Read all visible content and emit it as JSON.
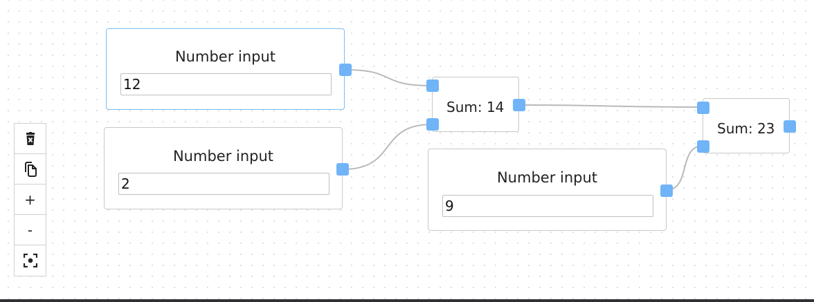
{
  "nodes": [
    {
      "type": "number-input",
      "title": "Number input",
      "value": "12",
      "selected": true
    },
    {
      "type": "number-input",
      "title": "Number input",
      "value": "2",
      "selected": false
    },
    {
      "type": "sum",
      "label": "Sum: 14"
    },
    {
      "type": "number-input",
      "title": "Number input",
      "value": "9",
      "selected": false
    },
    {
      "type": "sum",
      "label": "Sum: 23"
    }
  ],
  "toolbar": {
    "delete_icon": "trash-icon",
    "copy_icon": "copy-icon",
    "zoom_in_label": "+",
    "zoom_out_label": "-",
    "fit_icon": "focus-icon"
  },
  "colors": {
    "port": "#70b4f7",
    "edge": "#b9b9b9",
    "selected_border": "#7cbcf0",
    "node_border": "#c8c8c8"
  }
}
